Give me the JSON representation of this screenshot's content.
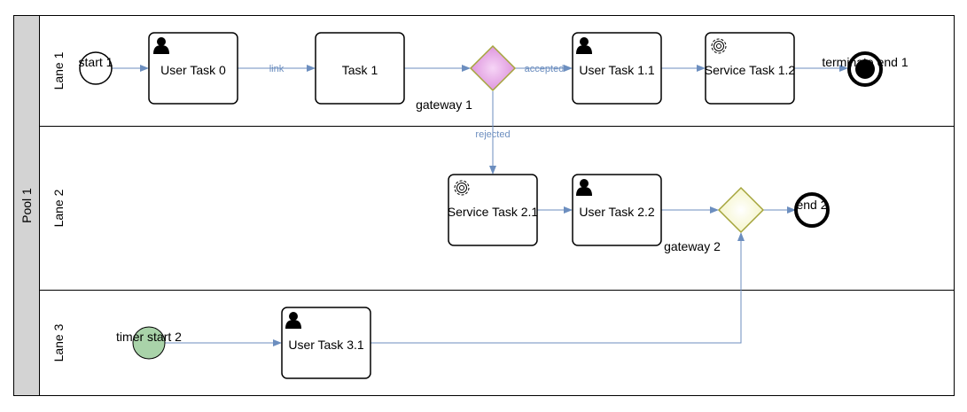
{
  "pool": {
    "label": "Pool 1"
  },
  "lanes": [
    {
      "label": "Lane 1"
    },
    {
      "label": "Lane 2"
    },
    {
      "label": "Lane 3"
    }
  ],
  "events": {
    "start_1": "start 1",
    "timer_start_2": "timer start 2",
    "terminate_end_1": "terminate end 1",
    "end_2": "end 2"
  },
  "tasks": {
    "user_task_0": "User Task 0",
    "task_1": "Task 1",
    "user_task_1_1": "User Task 1.1",
    "service_task_1_2": "Service Task 1.2",
    "service_task_2_1": "Service Task 2.1",
    "user_task_2_2": "User Task 2.2",
    "user_task_3_1": "User Task 3.1"
  },
  "gateways": {
    "gateway_1": "gateway 1",
    "gateway_2": "gateway 2"
  },
  "flows": {
    "link": "link",
    "accepted": "accepted",
    "rejected": "rejected"
  },
  "colors": {
    "flow": "#6c8ebf",
    "gateway_1_fill": "#e6b0e6",
    "gateway_2_fill": "#ffffcc",
    "gateway_stroke": "#a5a53c",
    "timer_fill": "#a9d3a9",
    "lane_header": "#d3d3d3"
  }
}
